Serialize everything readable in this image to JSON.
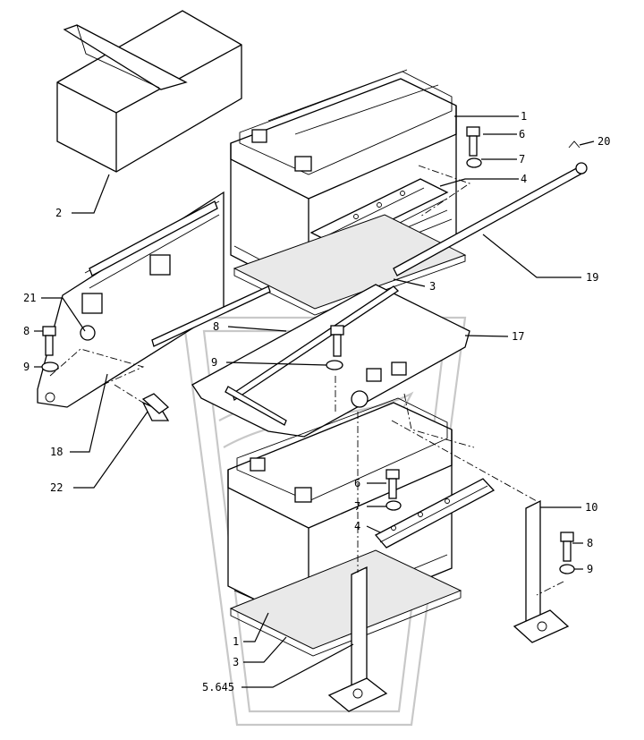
{
  "callouts": [
    {
      "id": "c-1-top",
      "text": "1"
    },
    {
      "id": "c-6-top",
      "text": "6"
    },
    {
      "id": "c-7-top",
      "text": "7"
    },
    {
      "id": "c-4-top",
      "text": "4"
    },
    {
      "id": "c-20",
      "text": "20"
    },
    {
      "id": "c-2",
      "text": "2"
    },
    {
      "id": "c-19",
      "text": "19"
    },
    {
      "id": "c-3-mid",
      "text": "3"
    },
    {
      "id": "c-21",
      "text": "21"
    },
    {
      "id": "c-8-left",
      "text": "8"
    },
    {
      "id": "c-8-mid",
      "text": "8"
    },
    {
      "id": "c-17",
      "text": "17"
    },
    {
      "id": "c-9-left",
      "text": "9"
    },
    {
      "id": "c-9-mid",
      "text": "9"
    },
    {
      "id": "c-18",
      "text": "18"
    },
    {
      "id": "c-22",
      "text": "22"
    },
    {
      "id": "c-6-bot",
      "text": "6"
    },
    {
      "id": "c-7-bot",
      "text": "7"
    },
    {
      "id": "c-4-bot",
      "text": "4"
    },
    {
      "id": "c-10",
      "text": "10"
    },
    {
      "id": "c-8-right",
      "text": "8"
    },
    {
      "id": "c-9-right",
      "text": "9"
    },
    {
      "id": "c-1-bot",
      "text": "1"
    },
    {
      "id": "c-3-bot",
      "text": "3"
    },
    {
      "id": "c-5645",
      "text": "5.645"
    }
  ]
}
